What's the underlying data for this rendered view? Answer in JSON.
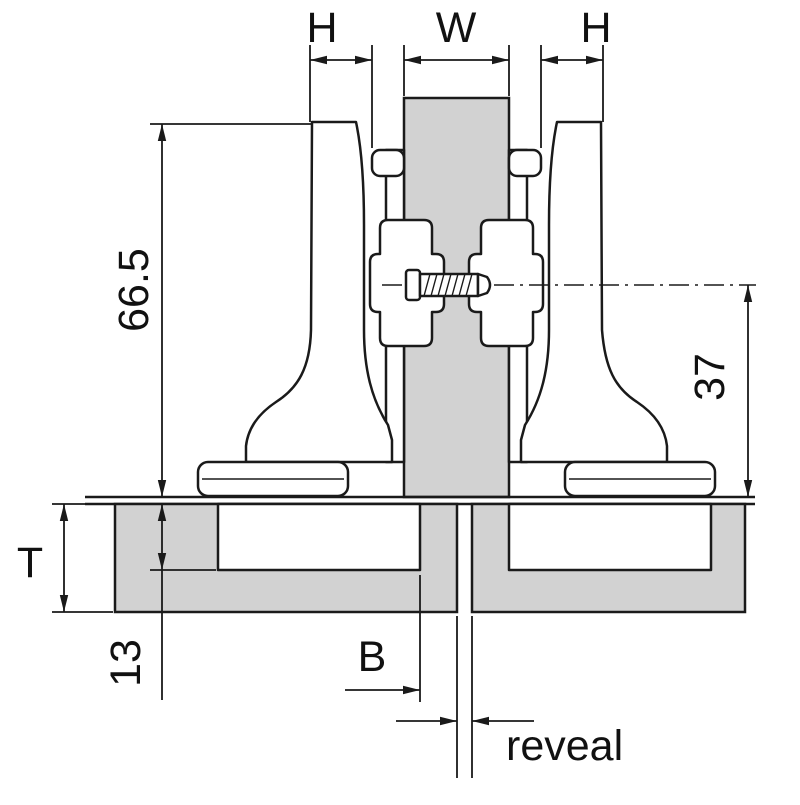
{
  "labels": {
    "h_left": "H",
    "w": "W",
    "h_right": "H",
    "arm_height": "66.5",
    "axis_depth": "37",
    "door_thickness": "T",
    "cup_depth": "13",
    "bore_distance": "B",
    "reveal": "reveal"
  },
  "colors": {
    "panel": "#d2d2d2",
    "stroke": "#1a1a1a"
  }
}
